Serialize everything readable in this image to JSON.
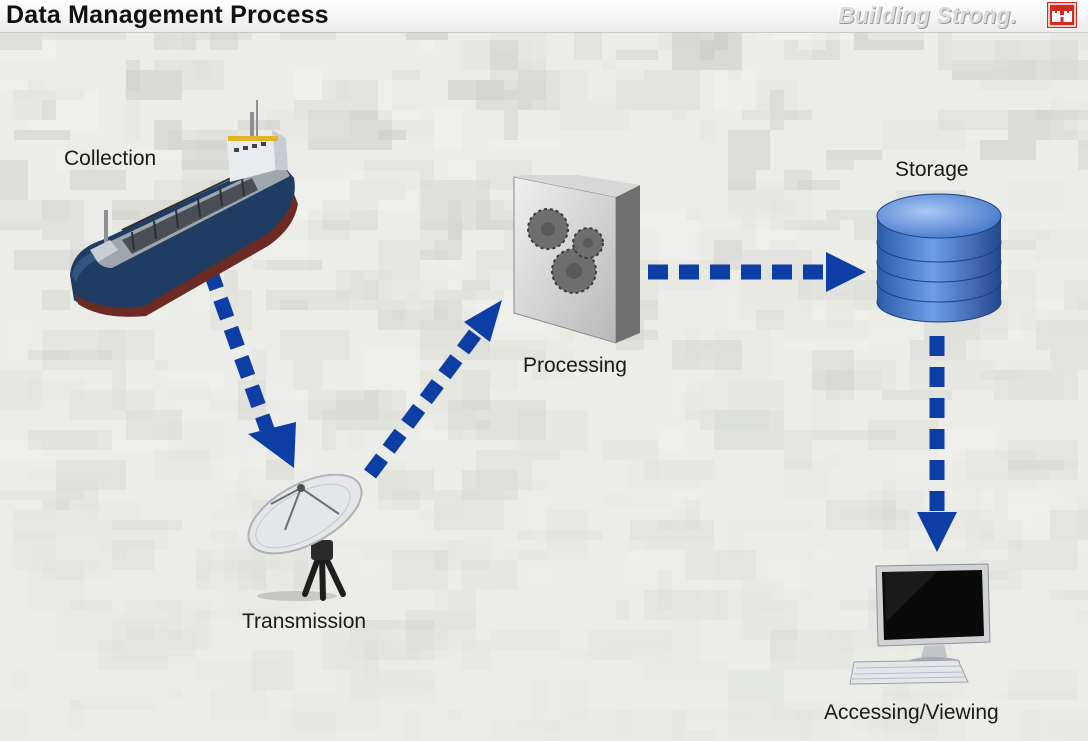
{
  "header": {
    "title": "Data Management Process",
    "tagline": "Building Strong."
  },
  "diagram": {
    "nodes": [
      {
        "id": "collection",
        "label": "Collection",
        "icon": "ship-icon"
      },
      {
        "id": "transmission",
        "label": "Transmission",
        "icon": "satellite-dish-icon"
      },
      {
        "id": "processing",
        "label": "Processing",
        "icon": "gears-box-icon"
      },
      {
        "id": "storage",
        "label": "Storage",
        "icon": "database-icon"
      },
      {
        "id": "accessing",
        "label": "Accessing/Viewing",
        "icon": "computer-monitor-icon"
      }
    ],
    "edges": [
      {
        "from": "collection",
        "to": "transmission"
      },
      {
        "from": "transmission",
        "to": "processing"
      },
      {
        "from": "processing",
        "to": "storage"
      },
      {
        "from": "storage",
        "to": "accessing"
      }
    ],
    "colors": {
      "arrow": "#0d3ea6",
      "database": "#3f73c9",
      "logo": "#d42a1f"
    }
  }
}
